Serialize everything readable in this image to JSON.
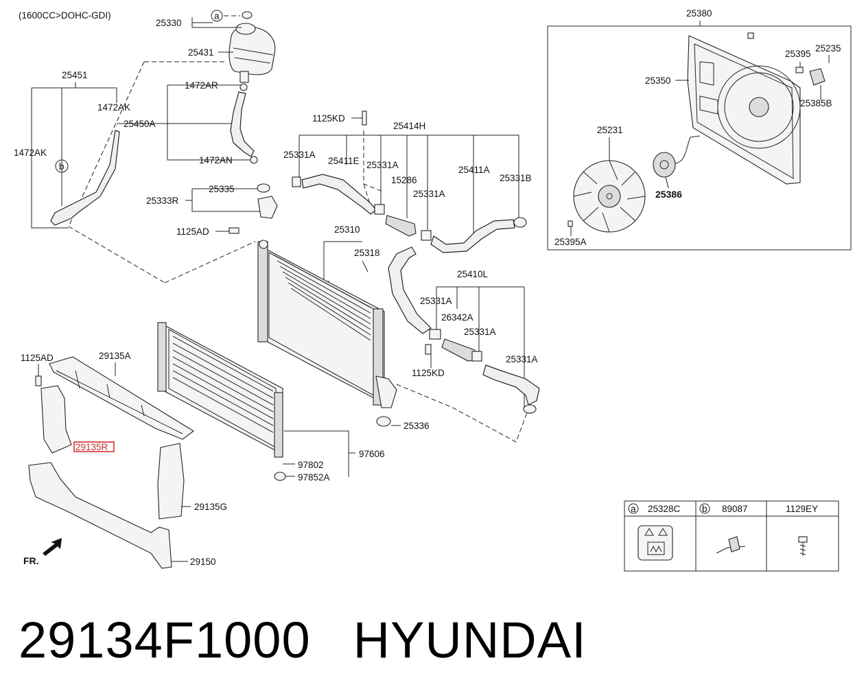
{
  "header_note": "(1600CC>DOHC-GDI)",
  "labels": {
    "p25330": "25330",
    "p25431": "25431",
    "p25451": "25451",
    "p1472AK_a": "1472AK",
    "p1472AK_b": "1472AK",
    "p1472AR": "1472AR",
    "p25450A": "25450A",
    "p1472AN": "1472AN",
    "p1125KD_top": "1125KD",
    "p25414H": "25414H",
    "p25331A_1": "25331A",
    "p25411E": "25411E",
    "p25331A_2": "25331A",
    "p15286": "15286",
    "p25411A": "25411A",
    "p25331B": "25331B",
    "p25331A_3": "25331A",
    "p25335": "25335",
    "p25333R": "25333R",
    "p1125AD_mid": "1125AD",
    "p25310": "25310",
    "p25318": "25318",
    "p25410L": "25410L",
    "p25331A_4": "25331A",
    "p26342A": "26342A",
    "p25331A_5": "25331A",
    "p1125KD_bot": "1125KD",
    "p25331A_6": "25331A",
    "p25336": "25336",
    "p1125AD_left": "1125AD",
    "p29135A": "29135A",
    "p29135R": "29135R",
    "p97606": "97606",
    "p97802": "97802",
    "p97852A": "97852A",
    "p29135G": "29135G",
    "p29150": "29150",
    "fr": "FR.",
    "p25380": "25380",
    "p25395": "25395",
    "p25235": "25235",
    "p25350": "25350",
    "p25385B": "25385B",
    "p25231": "25231",
    "p25386": "25386",
    "p25395A": "25395A"
  },
  "callouts": {
    "a": "a",
    "b": "b"
  },
  "legend": {
    "cols": [
      {
        "key": "a",
        "part": "25328C",
        "icon": "warning-label-icon"
      },
      {
        "key": "b",
        "part": "89087",
        "icon": "cable-tie-icon"
      },
      {
        "key": "",
        "part": "1129EY",
        "icon": "bolt-icon"
      }
    ]
  },
  "highlight_part": "29135R",
  "footer": {
    "part_number": "29134F1000",
    "brand": "HYUNDAI"
  }
}
